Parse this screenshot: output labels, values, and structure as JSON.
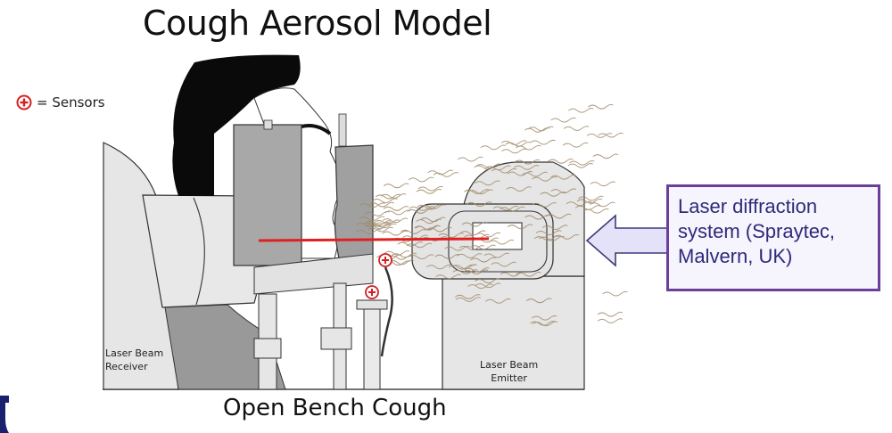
{
  "title": "Cough Aerosol Model",
  "legend": {
    "icon": "sensor-plus-circle-icon",
    "label": "= Sensors"
  },
  "diagram": {
    "receiver_label_line1": "Laser Beam",
    "receiver_label_line2": "Receiver",
    "emitter_label_line1": "Laser Beam",
    "emitter_label_line2": "Emitter",
    "caption": "Open Bench Cough",
    "sensor_count": 2
  },
  "callout": {
    "line1": "Laser diffraction",
    "line2": "system (Spraytec,",
    "line3": "Malvern, UK)",
    "arrow": "left-arrow-icon"
  },
  "colors": {
    "laser_beam": "#e02020",
    "sensor": "#d42020",
    "callout_border": "#6a3f9c",
    "callout_text": "#2e2a7a",
    "callout_fill": "#f6f4fc",
    "arrow_fill": "#e4e2f8",
    "arrow_stroke": "#3d3a78",
    "aerosol": "#a08a6a",
    "logo": "#1a1f6e"
  }
}
